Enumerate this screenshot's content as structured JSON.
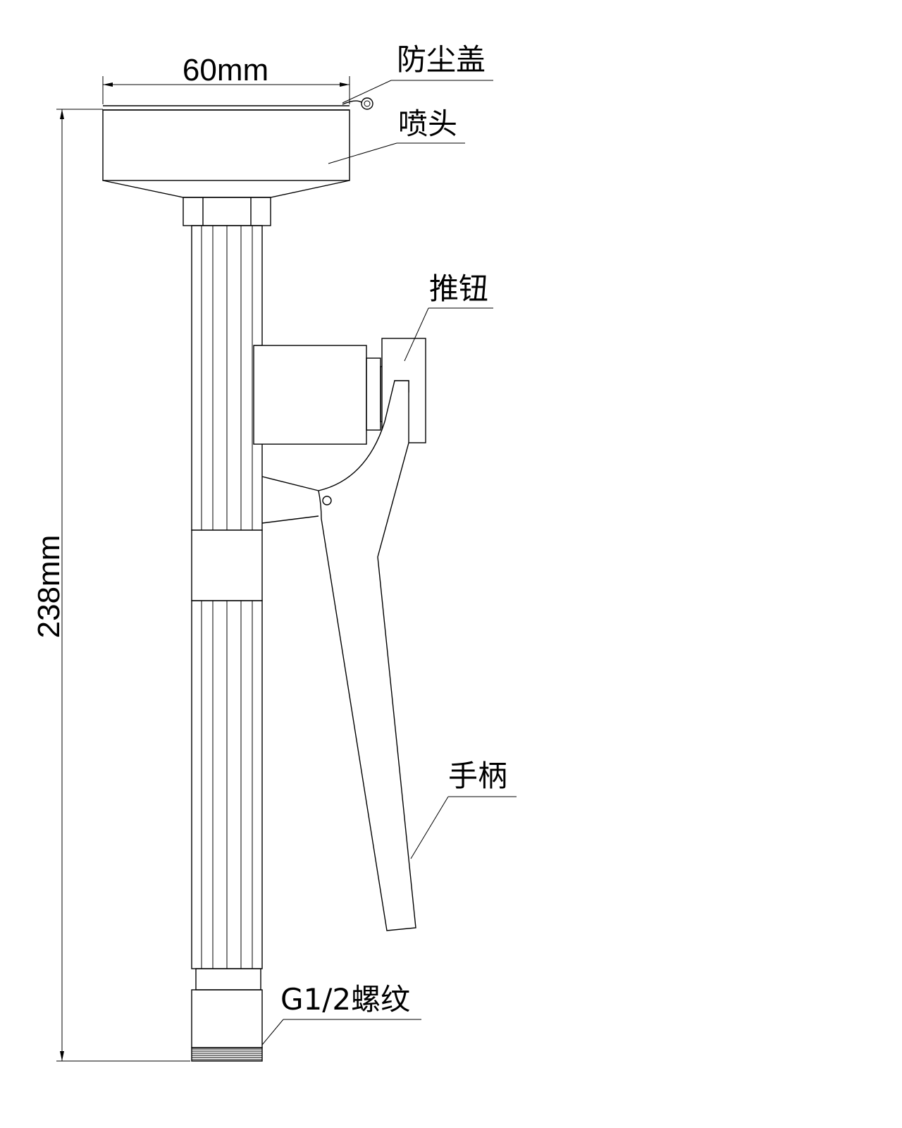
{
  "dimensions": {
    "width_label": "60mm",
    "height_label": "238mm"
  },
  "labels": {
    "dust_cap": "防尘盖",
    "nozzle": "喷头",
    "push_button": "推钮",
    "handle": "手柄",
    "thread": "G1/2螺纹"
  }
}
